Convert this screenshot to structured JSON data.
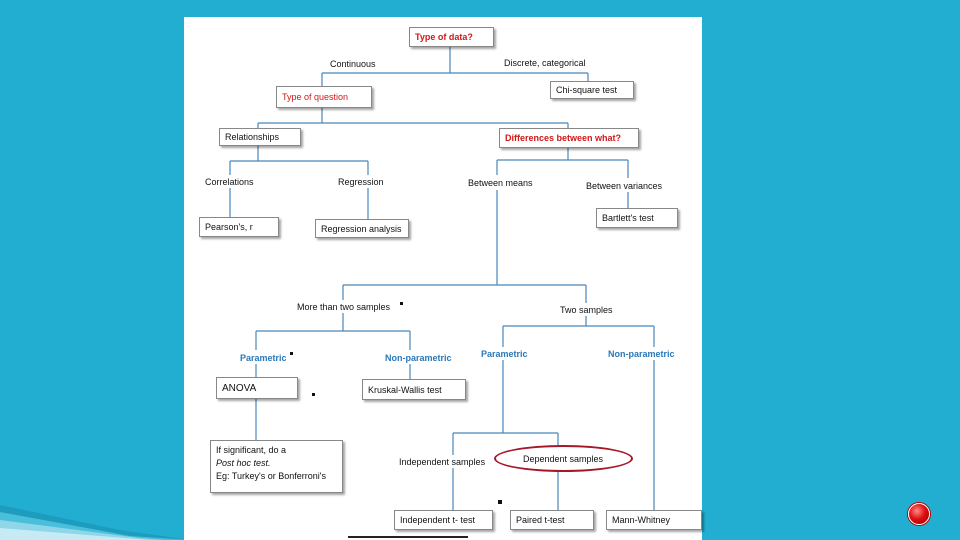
{
  "diagram": {
    "root": "Type of data?",
    "continuous": "Continuous",
    "discrete": "Discrete, categorical",
    "chi_square": "Chi-square test",
    "type_of_question": "Type of question",
    "relationships": "Relationships",
    "differences": "Differences between what?",
    "correlations": "Correlations",
    "regression": "Regression",
    "between_means": "Between means",
    "between_variances": "Between variances",
    "pearsons": "Pearson's, r",
    "regression_analysis": "Regression analysis",
    "bartletts": "Bartlett's test",
    "more_than_two": "More than two samples",
    "two_samples": "Two samples",
    "parametric_left": "Parametric",
    "nonparametric_left": "Non-parametric",
    "parametric_right": "Parametric",
    "nonparametric_right": "Non-parametric",
    "anova": "ANOVA",
    "kruskal": "Kruskal-Wallis test",
    "posthoc_line1": "If significant, do a",
    "posthoc_line2": "Post hoc test.",
    "posthoc_line3": "Eg: Turkey's or Bonferroni's",
    "independent_samples": "Independent samples",
    "dependent_samples": "Dependent samples",
    "independent_t": "Independent t- test",
    "paired_t": "Paired t-test",
    "mann_whitney": "Mann-Whitney"
  },
  "colors": {
    "background": "#22aed1",
    "connector": "#4a86bb",
    "question_text": "#d01818",
    "parametric_text": "#2a78b8",
    "highlight_ellipse": "#a8162a"
  },
  "icons": {
    "nav_button": "red-circle-button-icon"
  }
}
